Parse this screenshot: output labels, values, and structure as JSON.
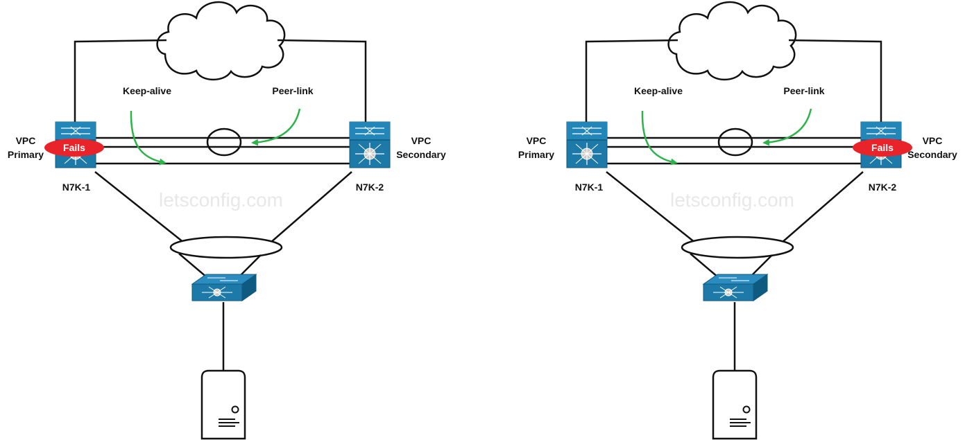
{
  "diagrams": [
    {
      "primary_label": [
        "VPC",
        "Primary"
      ],
      "secondary_label": [
        "VPC",
        "Secondary"
      ],
      "left_switch_name": "N7K-1",
      "right_switch_name": "N7K-2",
      "keepalive_label": "Keep-alive",
      "peerlink_label": "Peer-link",
      "fails_label": "Fails",
      "failed_switch": "left",
      "watermark": "letsconfig.com"
    },
    {
      "primary_label": [
        "VPC",
        "Primary"
      ],
      "secondary_label": [
        "VPC",
        "Secondary"
      ],
      "left_switch_name": "N7K-1",
      "right_switch_name": "N7K-2",
      "keepalive_label": "Keep-alive",
      "peerlink_label": "Peer-link",
      "fails_label": "Fails",
      "failed_switch": "right",
      "watermark": "letsconfig.com"
    }
  ],
  "colors": {
    "device_blue": "#1c79a8",
    "device_dark": "#0f5a80",
    "arrow_green": "#2db34a",
    "fail_red": "#e8242a",
    "line": "#111111"
  }
}
